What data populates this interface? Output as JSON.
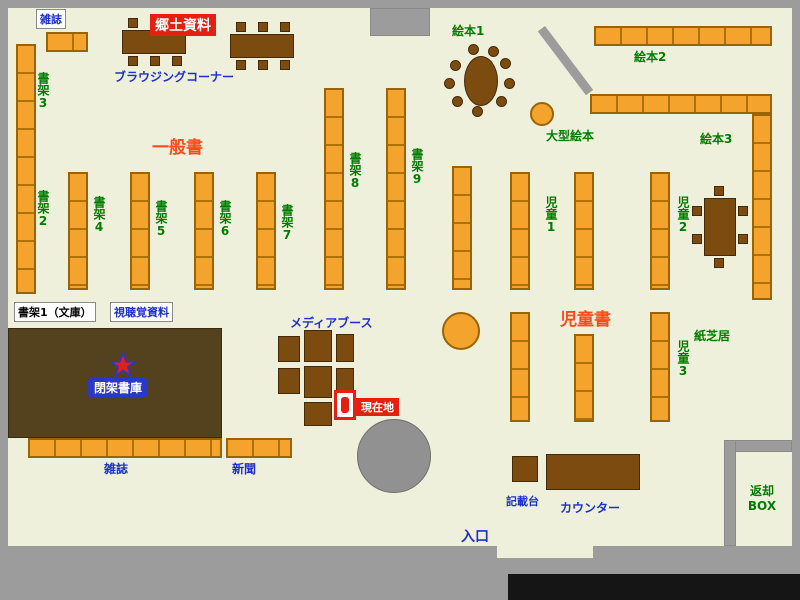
{
  "title": "図書館フロアマップ",
  "colors": {
    "floor": "#EFF0DB",
    "wall": "#9C9C9C",
    "shelf_fill": "#F4A42C",
    "shelf_border": "#9A6402",
    "furniture": "#7B4B10",
    "closed_stacks": "#54411D",
    "label_green": "#007D00",
    "label_blue": "#1C2FD0",
    "label_orange_red": "#FF4A19",
    "red_box": "#E62010",
    "blue_box": "#2A38C8"
  },
  "labels": {
    "magazines_top": "雑誌",
    "local_materials": "郷土資料",
    "browsing_corner": "ブラウジングコーナー",
    "shelf_3": "書架3",
    "shelf_2": "書架2",
    "general_books": "一般書",
    "shelf_4": "書架4",
    "shelf_5": "書架5",
    "shelf_6": "書架6",
    "shelf_7": "書架7",
    "shelf_8": "書架8",
    "shelf_9": "書架9",
    "picture_books_1": "絵本1",
    "picture_books_2": "絵本2",
    "picture_books_3": "絵本3",
    "large_picture_books": "大型絵本",
    "children_1": "児童1",
    "children_2": "児童2",
    "children_3": "児童3",
    "children_books": "児童書",
    "kamishibai": "紙芝居",
    "shelf_1_bunko": "書架1（文庫）",
    "audio_visual": "視聴覚資料",
    "media_booth": "メディアブース",
    "closed_stacks": "閉架書庫",
    "current_location": "現在地",
    "magazines_bottom": "雑誌",
    "newspapers": "新聞",
    "writing_desk": "記載台",
    "counter": "カウンター",
    "return_box": "返却\nBOX",
    "entrance": "入口"
  }
}
